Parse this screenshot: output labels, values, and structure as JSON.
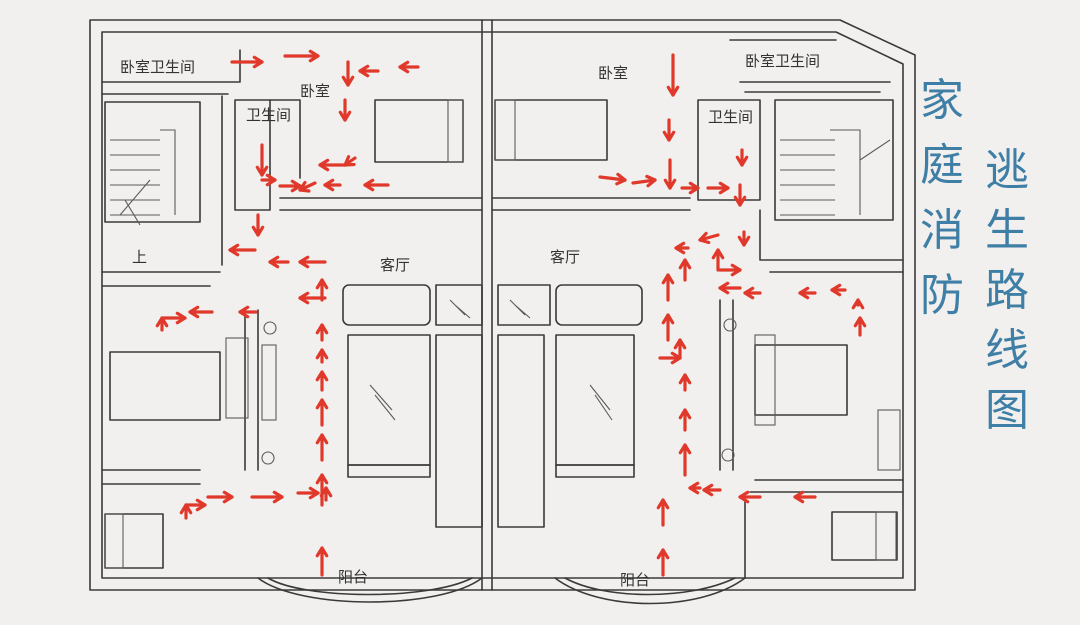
{
  "title": {
    "column1": [
      "家",
      "庭",
      "消",
      "防"
    ],
    "column2": [
      "逃",
      "生",
      "路",
      "线",
      "图"
    ]
  },
  "labels": {
    "bedroom_bath_left": "卧室卫生间",
    "bedroom_bath_right": "卧室卫生间",
    "bathroom_left": "卫生间",
    "bathroom_right": "卫生间",
    "bedroom_left": "卧室",
    "bedroom_right": "卧室",
    "living_left": "客厅",
    "living_right": "客厅",
    "balcony_left": "阳台",
    "balcony_right": "阳台",
    "stairs_mark": "上"
  },
  "colors": {
    "arrow": "#e0392b",
    "title": "#3f7fa6",
    "line": "#3a3a3a"
  }
}
